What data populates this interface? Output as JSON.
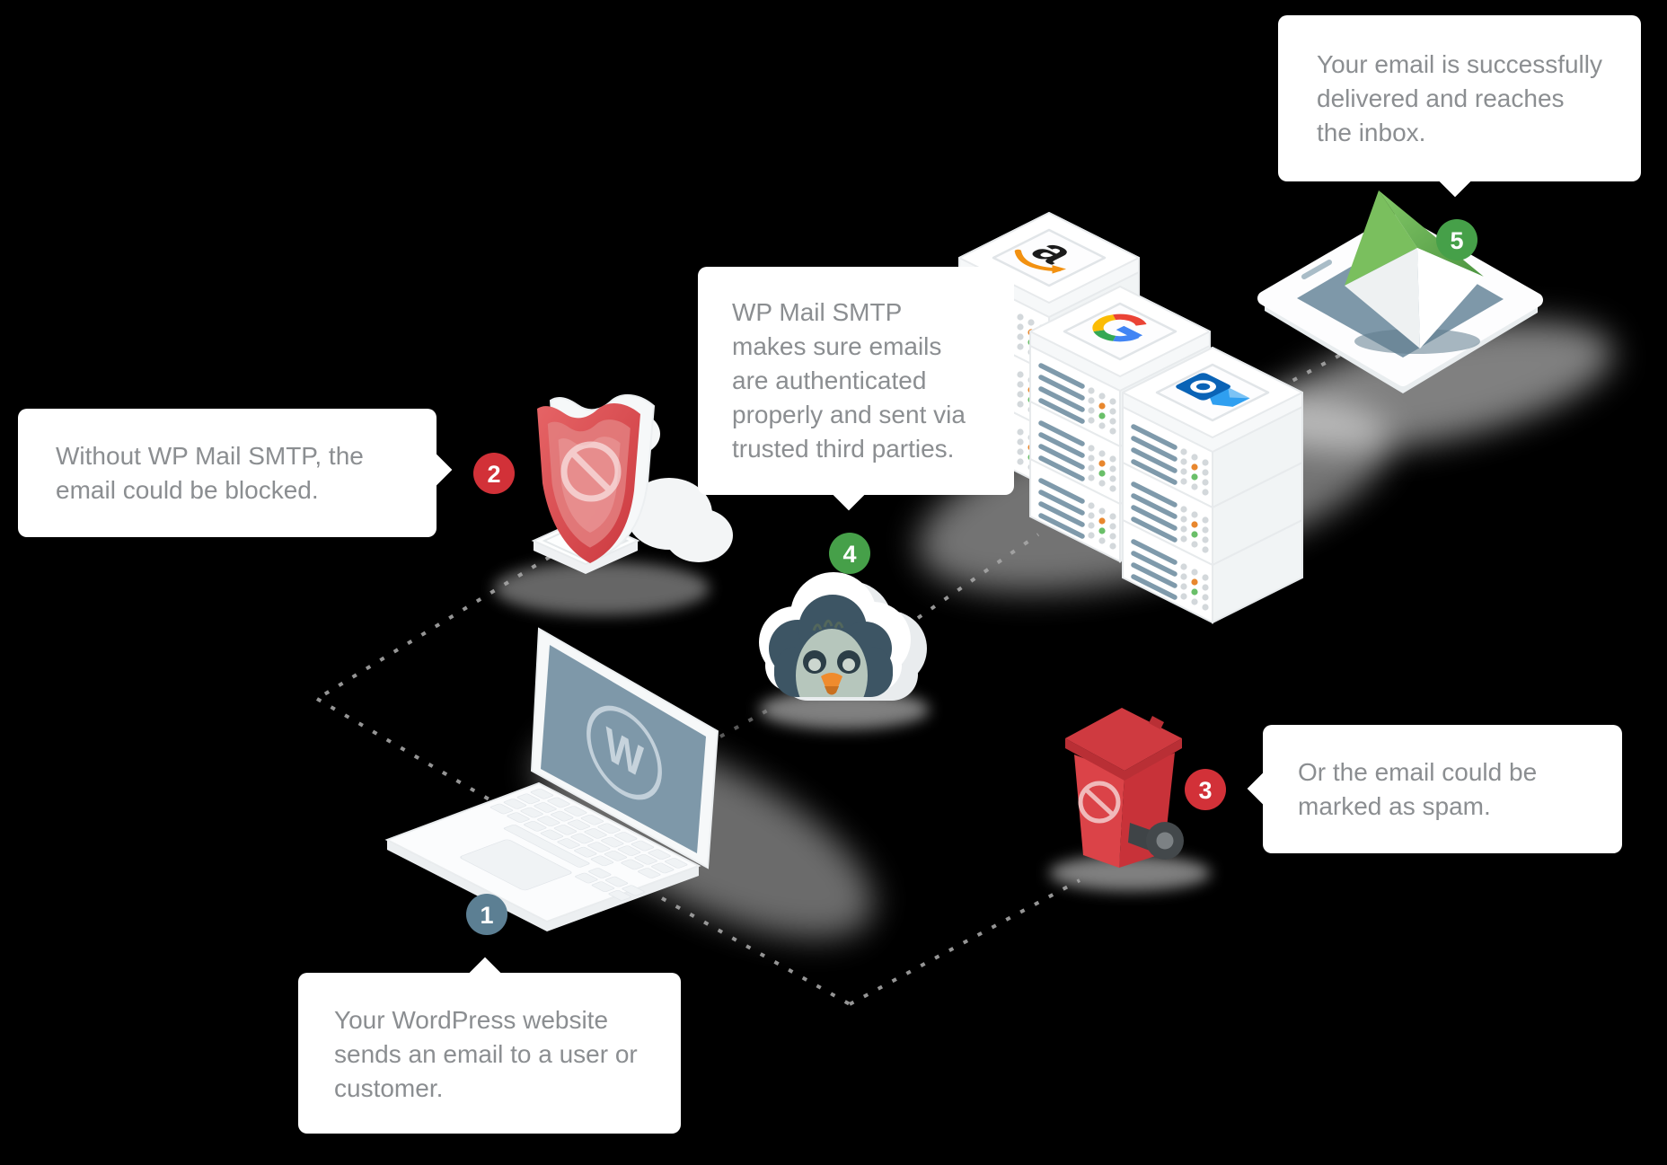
{
  "canvas": {
    "background": "#000000"
  },
  "colors": {
    "callout_bg": "#ffffff",
    "callout_text": "#8b8e91",
    "badge_red": "#d23138",
    "badge_green": "#46a049",
    "badge_slate": "#5c7f93",
    "screen_blue": "#7e98a9",
    "cloud_face": "#3d5564",
    "shield_red": "#d84b50",
    "bin_red": "#d9464b",
    "server_slat": "#7f9aab",
    "dotted_line": "#a6a6a6",
    "envelope_green": "#7abf5e",
    "amazon_orange": "#f29111"
  },
  "steps": [
    {
      "number": "1",
      "badge_color": "#5c7f93",
      "text": "Your WordPress website sends an email to a user or customer."
    },
    {
      "number": "2",
      "badge_color": "#d23138",
      "text": "Without WP Mail SMTP, the email could be blocked."
    },
    {
      "number": "3",
      "badge_color": "#d23138",
      "text": "Or the email could be marked as spam."
    },
    {
      "number": "4",
      "badge_color": "#46a049",
      "text": "WP Mail SMTP makes sure emails are authenticated properly and sent via trusted third parties."
    },
    {
      "number": "5",
      "badge_color": "#46a049",
      "text": "Your email is successfully delivered and reaches the inbox."
    }
  ],
  "illustration": {
    "wordpress_letter": "W",
    "amazon_letter": "a",
    "objects": [
      {
        "name": "laptop-wordpress",
        "label": "WordPress laptop"
      },
      {
        "name": "blocked-shield",
        "label": "Blocked shield"
      },
      {
        "name": "spam-trash-bin",
        "label": "Spam trash bin"
      },
      {
        "name": "wp-mail-smtp-cloud",
        "label": "WP Mail SMTP mascot cloud"
      },
      {
        "name": "email-servers",
        "label": "Email provider servers"
      },
      {
        "name": "tablet-inbox",
        "label": "Tablet with delivered email"
      }
    ],
    "server_logos": [
      "amazon",
      "google",
      "outlook"
    ]
  }
}
